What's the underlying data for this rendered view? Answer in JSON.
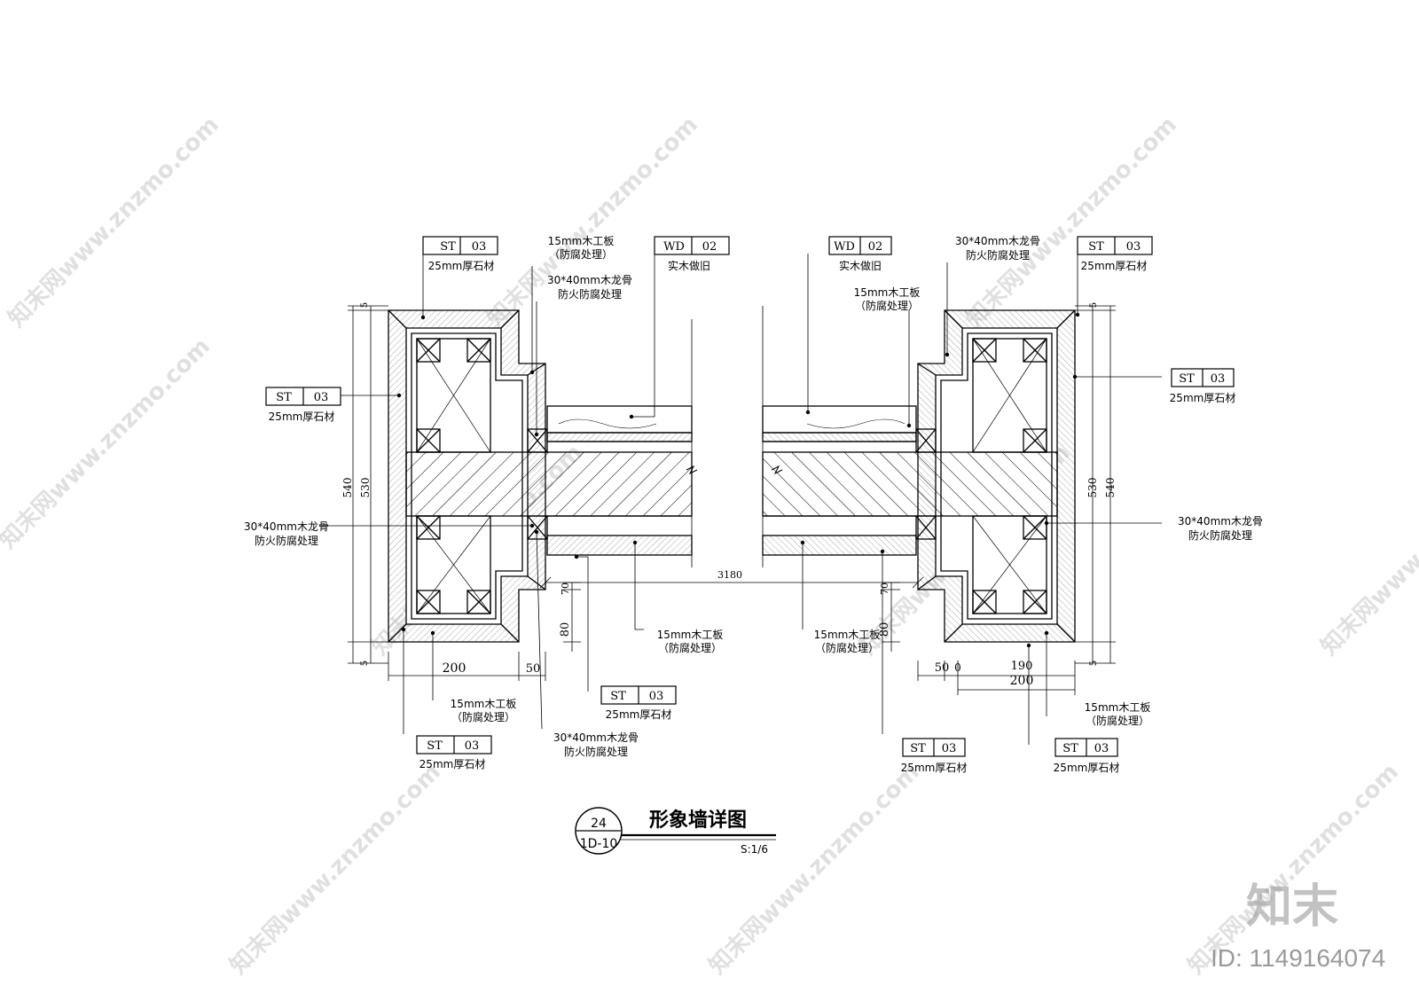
{
  "tags": {
    "st": {
      "code": "ST",
      "num": "03",
      "note": "25mm厚石材"
    },
    "wd": {
      "code": "WD",
      "num": "02",
      "note": "实木做旧"
    }
  },
  "notes": {
    "board_a": "15mm木工板",
    "board_b": "（防腐处理）",
    "joist_a": "30*40mm木龙骨",
    "joist_b": "防火防腐处理"
  },
  "dims": {
    "d5": "5",
    "d540": "540",
    "d530": "530",
    "d200": "200",
    "d50": "50",
    "d70": "70",
    "d80": "80",
    "d3180": "3180",
    "d190": "190",
    "d0": "0"
  },
  "title": {
    "number": "24",
    "sheet": "1D-10",
    "name": "形象墙详图",
    "scale": "S:1/6"
  },
  "watermark": {
    "text": "知末网www.znzmo.com",
    "logo": "知末",
    "id": "ID: 1149164074"
  }
}
